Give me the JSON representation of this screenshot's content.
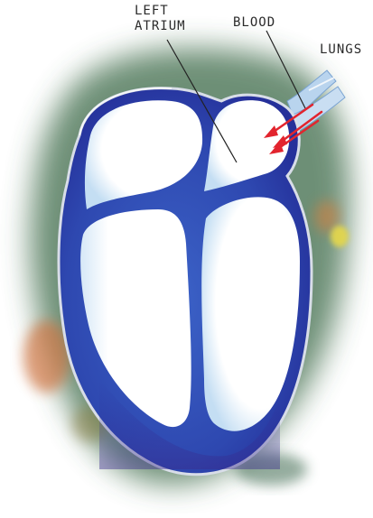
{
  "labels": {
    "left_atrium_line1": "LEFT",
    "left_atrium_line2": "ATRIUM",
    "blood": "BLOOD",
    "lungs": "LUNGS"
  },
  "colors": {
    "heart_wall": "#2a4fb8",
    "heart_wall_dark": "#2a2d9a",
    "chamber_fill": "#ffffff",
    "chamber_edge_tint": "#cfe4f5",
    "vessel": "#b9d4ee",
    "arrows": "#e2242e",
    "shadow_green": "#2c5a3e",
    "shadow_orange": "#d07a3a",
    "shadow_yellow": "#e0d040",
    "label_text": "#2a2a2a",
    "leader_line": "#222222"
  },
  "icons": [
    "red-flow-arrow"
  ]
}
